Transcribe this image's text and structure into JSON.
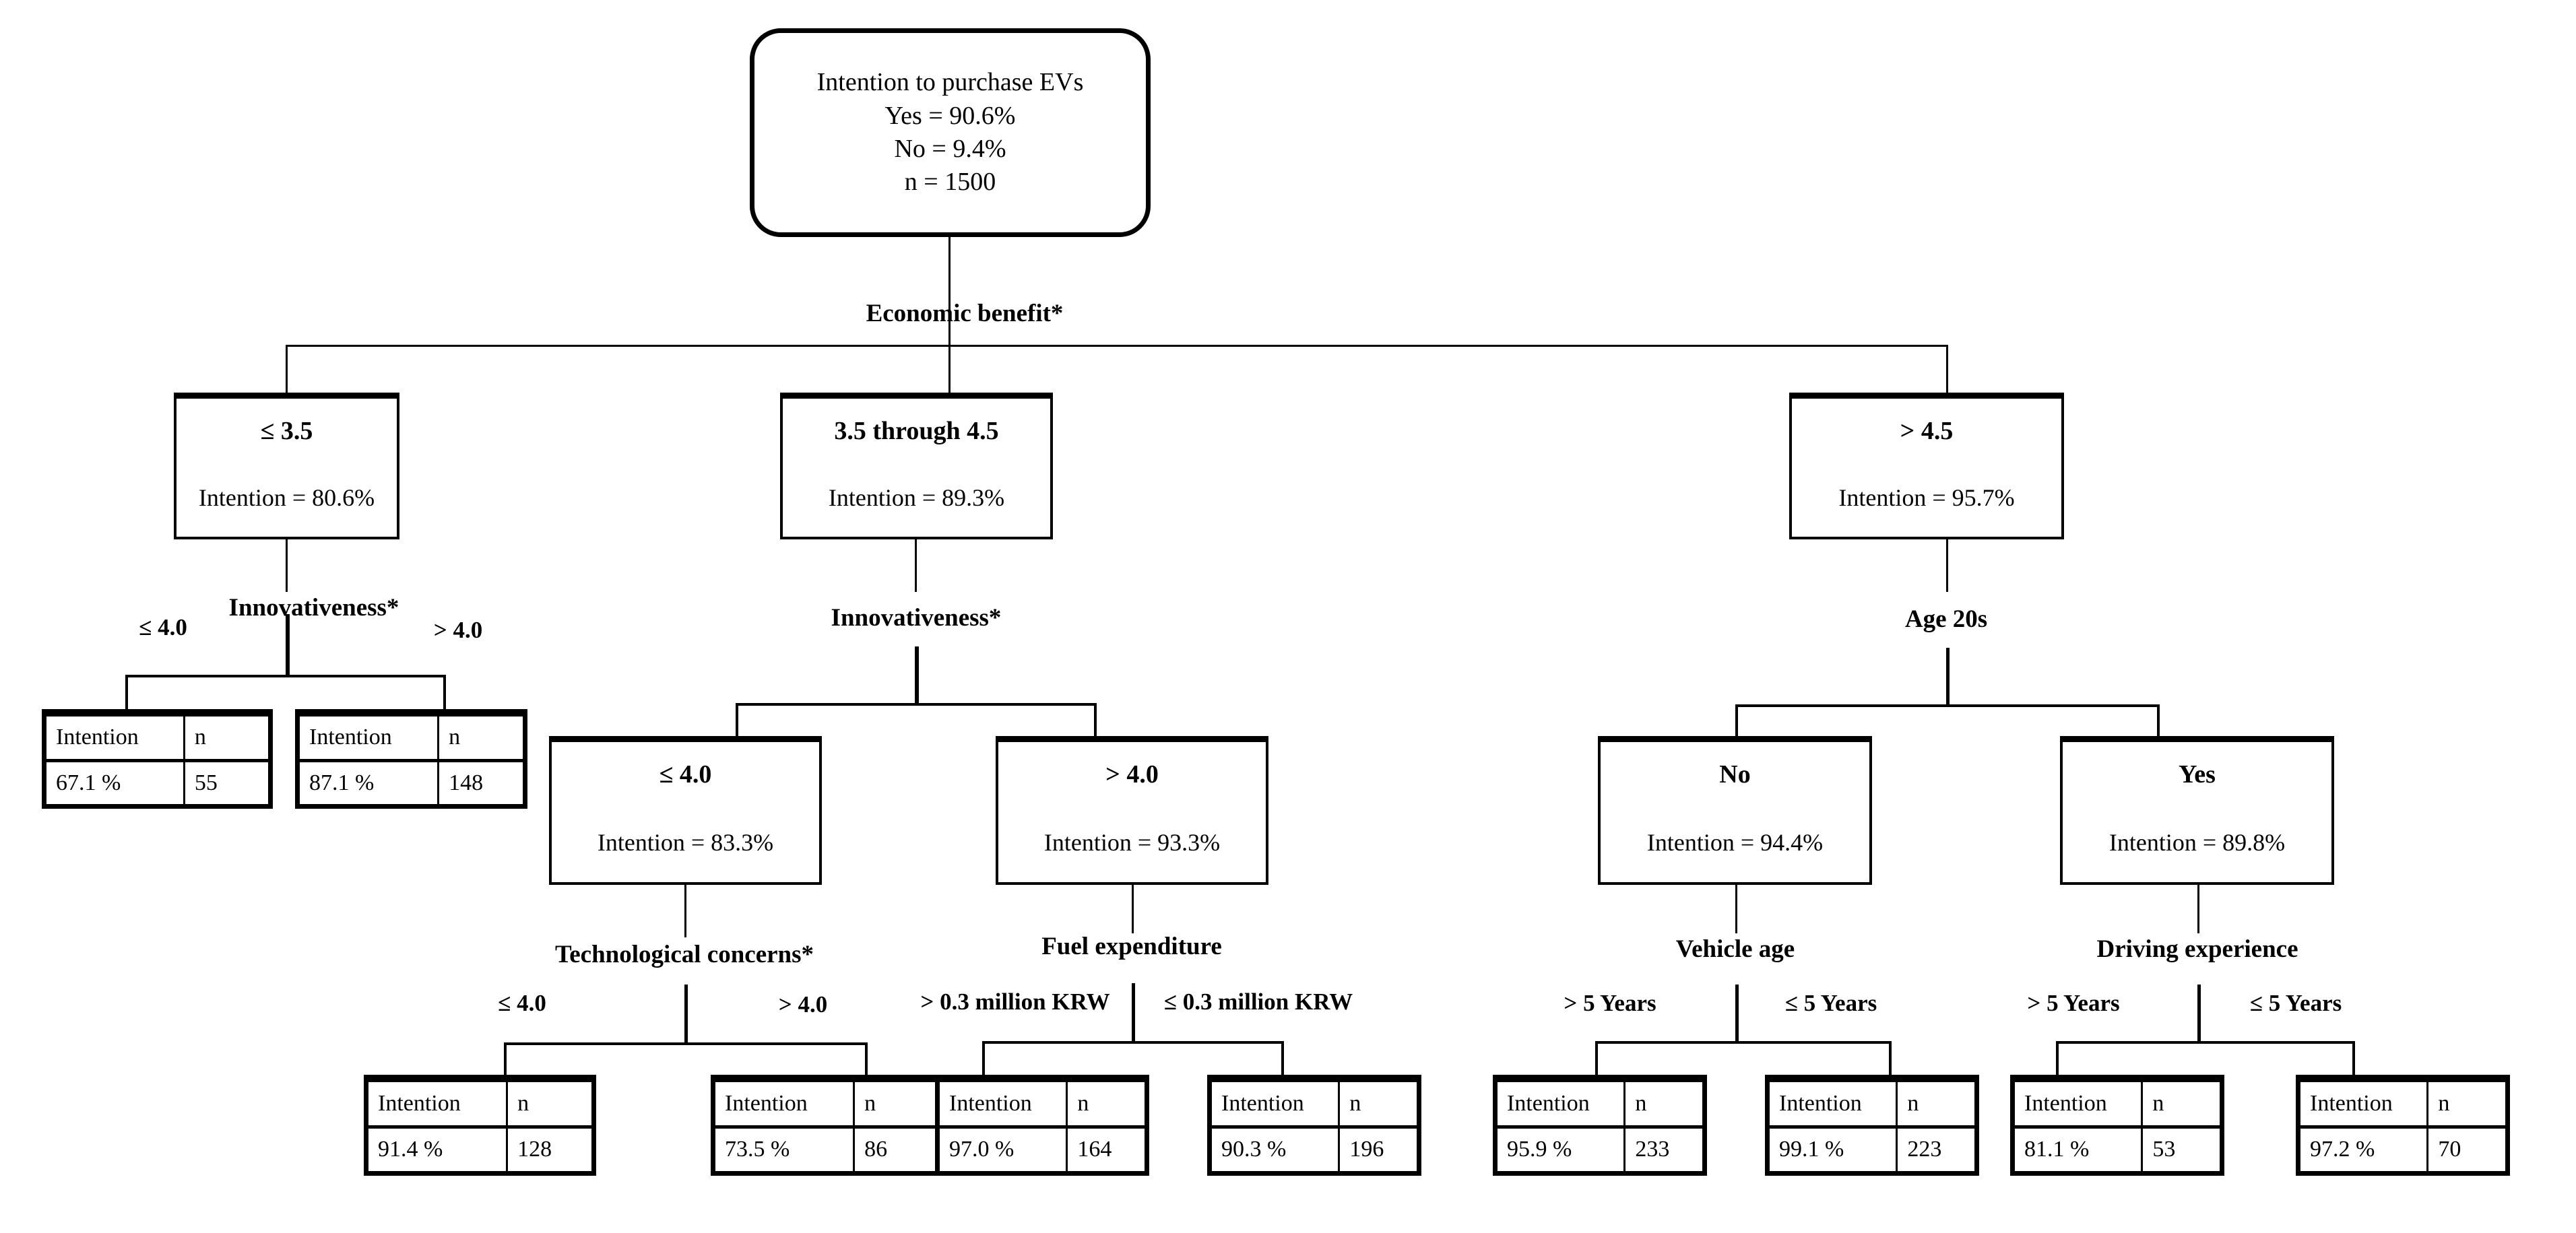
{
  "figure": {
    "type": "decision-tree",
    "root": {
      "title": "Intention to purchase EVs",
      "yes": "Yes = 90.6%",
      "no": "No = 9.4%",
      "n": "n = 1500"
    },
    "splits": {
      "economic_benefit": "Economic benefit*",
      "innovativeness_left": "Innovativeness*",
      "innovativeness_mid": "Innovativeness*",
      "age20s": "Age 20s",
      "technological_concerns": "Technological concerns*",
      "fuel_expenditure": "Fuel expenditure",
      "vehicle_age": "Vehicle age",
      "driving_experience": "Driving experience"
    },
    "edge_labels": {
      "inn_left_le": "≤  4.0",
      "inn_left_gt": "> 4.0",
      "tech_le": "≤  4.0",
      "tech_gt": "> 4.0",
      "fuel_gt": "> 0.3 million KRW",
      "fuel_le": "≤  0.3 million KRW",
      "veh_gt": "> 5 Years",
      "veh_le": "≤  5 Years",
      "drv_gt": "> 5 Years",
      "drv_le": "≤  5 Years"
    },
    "level2": [
      {
        "head": "≤  3.5",
        "body": "Intention = 80.6%"
      },
      {
        "head": "3.5 through 4.5",
        "body": "Intention = 89.3%"
      },
      {
        "head": ">  4.5",
        "body": "Intention = 95.7%"
      }
    ],
    "level3_mid": [
      {
        "head": "≤  4.0",
        "body": "Intention = 83.3%"
      },
      {
        "head": "> 4.0",
        "body": "Intention = 93.3%"
      }
    ],
    "level3_right": [
      {
        "head": "No",
        "body": "Intention = 94.4%"
      },
      {
        "head": "Yes",
        "body": "Intention = 89.8%"
      }
    ],
    "leaf_header": {
      "intention": "Intention",
      "n": "n"
    },
    "leaves": [
      {
        "intention": "67.1 %",
        "n": "55"
      },
      {
        "intention": "87.1 %",
        "n": "148"
      },
      {
        "intention": "91.4 %",
        "n": "128"
      },
      {
        "intention": "73.5 %",
        "n": "86"
      },
      {
        "intention": "97.0 %",
        "n": "164"
      },
      {
        "intention": "90.3 %",
        "n": "196"
      },
      {
        "intention": "95.9 %",
        "n": "233"
      },
      {
        "intention": "99.1 %",
        "n": "223"
      },
      {
        "intention": "81.1 %",
        "n": "53"
      },
      {
        "intention": "97.2 %",
        "n": "70"
      }
    ]
  }
}
